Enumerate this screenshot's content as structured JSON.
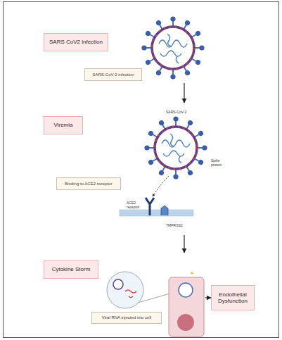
{
  "diagram": {
    "nodes": [
      {
        "text": [
          "SARS CoV2 infection"
        ]
      },
      {
        "text": [
          "SARS-CoV-2 infection"
        ]
      },
      {
        "text": [
          "Viremia"
        ]
      },
      {
        "text": [
          "Binding to ACE2 receptor"
        ]
      },
      {
        "text": [
          "Cytokine Storm"
        ]
      },
      {
        "text": [
          "Viral RNA injected into cell"
        ]
      },
      {
        "text": [
          "Endothelial Dysfunction"
        ]
      }
    ],
    "labels": [
      "SARS-CoV-2",
      "Spike protein",
      "ACE2 receptor",
      "TMPRSS2"
    ]
  }
}
